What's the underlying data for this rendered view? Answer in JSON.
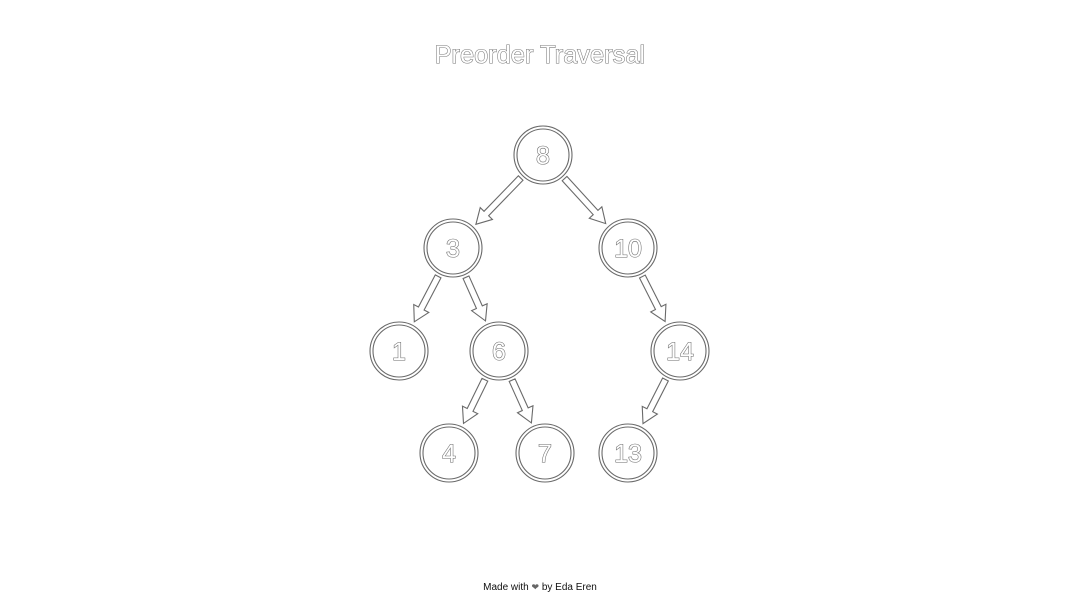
{
  "title": "Preorder Traversal",
  "tree": {
    "nodes": [
      {
        "id": "n8",
        "label": "8"
      },
      {
        "id": "n3",
        "label": "3"
      },
      {
        "id": "n10",
        "label": "10"
      },
      {
        "id": "n1",
        "label": "1"
      },
      {
        "id": "n6",
        "label": "6"
      },
      {
        "id": "n14",
        "label": "14"
      },
      {
        "id": "n4",
        "label": "4"
      },
      {
        "id": "n7",
        "label": "7"
      },
      {
        "id": "n13",
        "label": "13"
      }
    ],
    "edges": [
      {
        "from": "n8",
        "to": "n3"
      },
      {
        "from": "n8",
        "to": "n10"
      },
      {
        "from": "n3",
        "to": "n1"
      },
      {
        "from": "n3",
        "to": "n6"
      },
      {
        "from": "n10",
        "to": "n14"
      },
      {
        "from": "n6",
        "to": "n4"
      },
      {
        "from": "n6",
        "to": "n7"
      },
      {
        "from": "n14",
        "to": "n13"
      }
    ]
  },
  "footer": {
    "prefix": "Made with",
    "icon": "heart-icon",
    "suffix": "by Eda Eren"
  },
  "colors": {
    "outline": "#6a6a6a",
    "background": "#ffffff"
  }
}
